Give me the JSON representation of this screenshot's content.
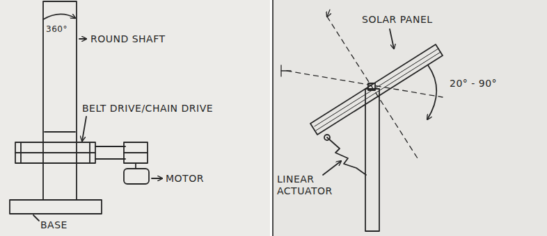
{
  "diagram": {
    "labels": [
      "360°",
      "ROUND SHAFT",
      "BELT DRIVE/CHAIN DRIVE",
      "MOTOR",
      "BASE",
      "SOLAR PANEL",
      "20° - 90°",
      "LINEAR ACTUATOR"
    ]
  }
}
